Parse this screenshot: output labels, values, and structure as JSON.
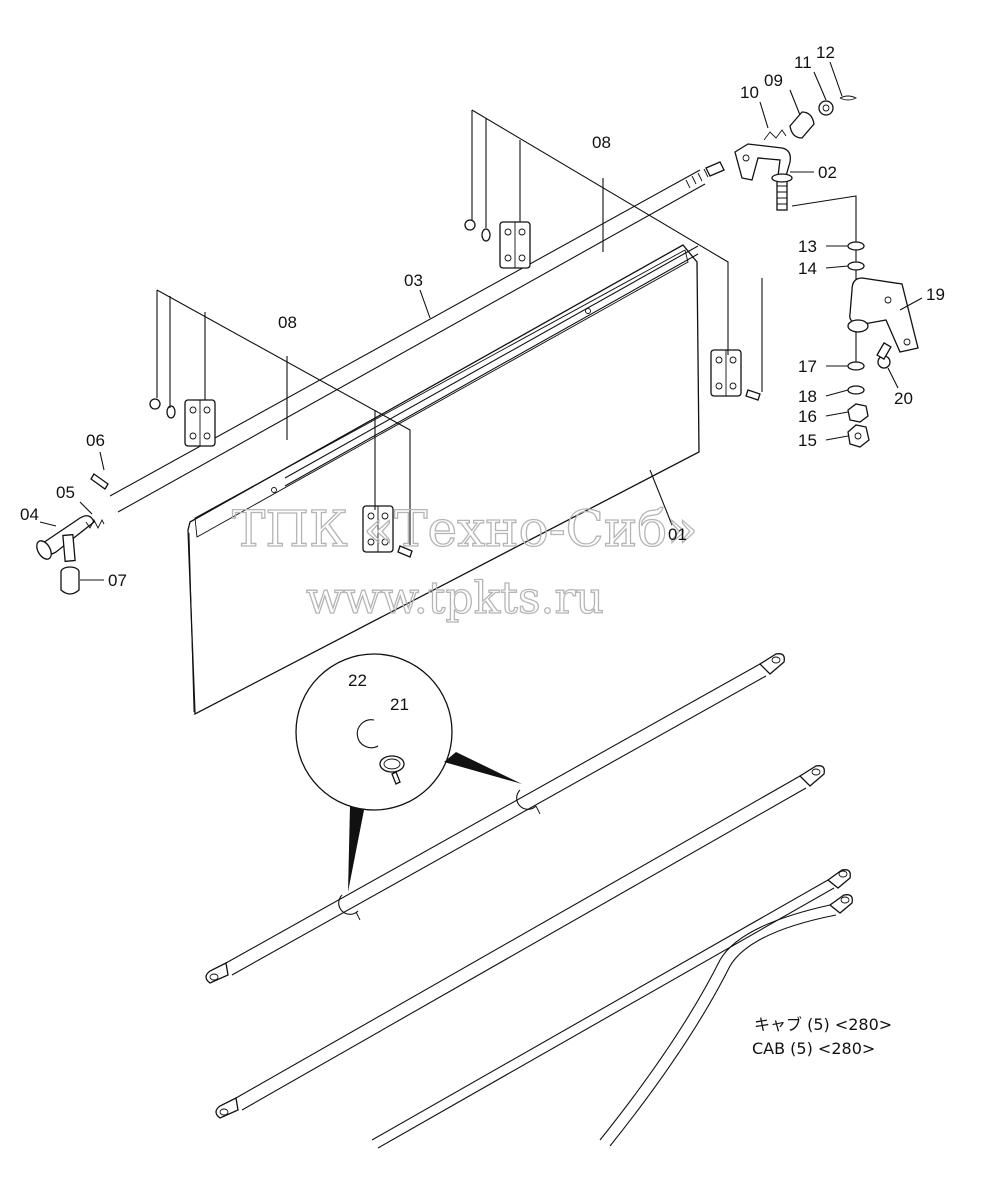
{
  "callouts": {
    "c01": "01",
    "c02": "02",
    "c03": "03",
    "c04": "04",
    "c05": "05",
    "c06": "06",
    "c07": "07",
    "c08a": "08",
    "c08b": "08",
    "c09": "09",
    "c10": "10",
    "c11": "11",
    "c12": "12",
    "c13": "13",
    "c14": "14",
    "c15": "15",
    "c16": "16",
    "c17": "17",
    "c18": "18",
    "c19": "19",
    "c20": "20",
    "c21": "21",
    "c22": "22"
  },
  "watermark": {
    "line1": "ТПК «Техно-Сиб»",
    "line2": "www.tpkts.ru"
  },
  "caption": {
    "jp": "キャブ (5) <280>",
    "en": "CAB (5) <280>"
  }
}
